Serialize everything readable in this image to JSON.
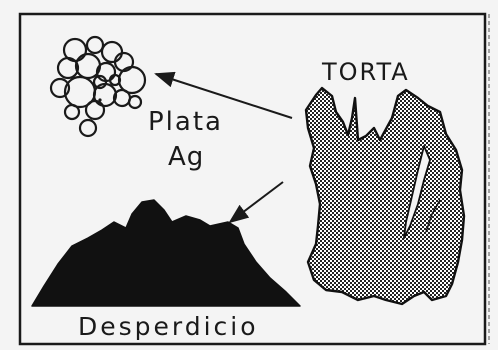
{
  "labels": {
    "torta": "TORTA",
    "plata": "Plata",
    "ag": "Ag",
    "desperdicio": "Desperdicio"
  },
  "colors": {
    "ink": "#1a1a1a",
    "paper": "#f4f4f4"
  }
}
